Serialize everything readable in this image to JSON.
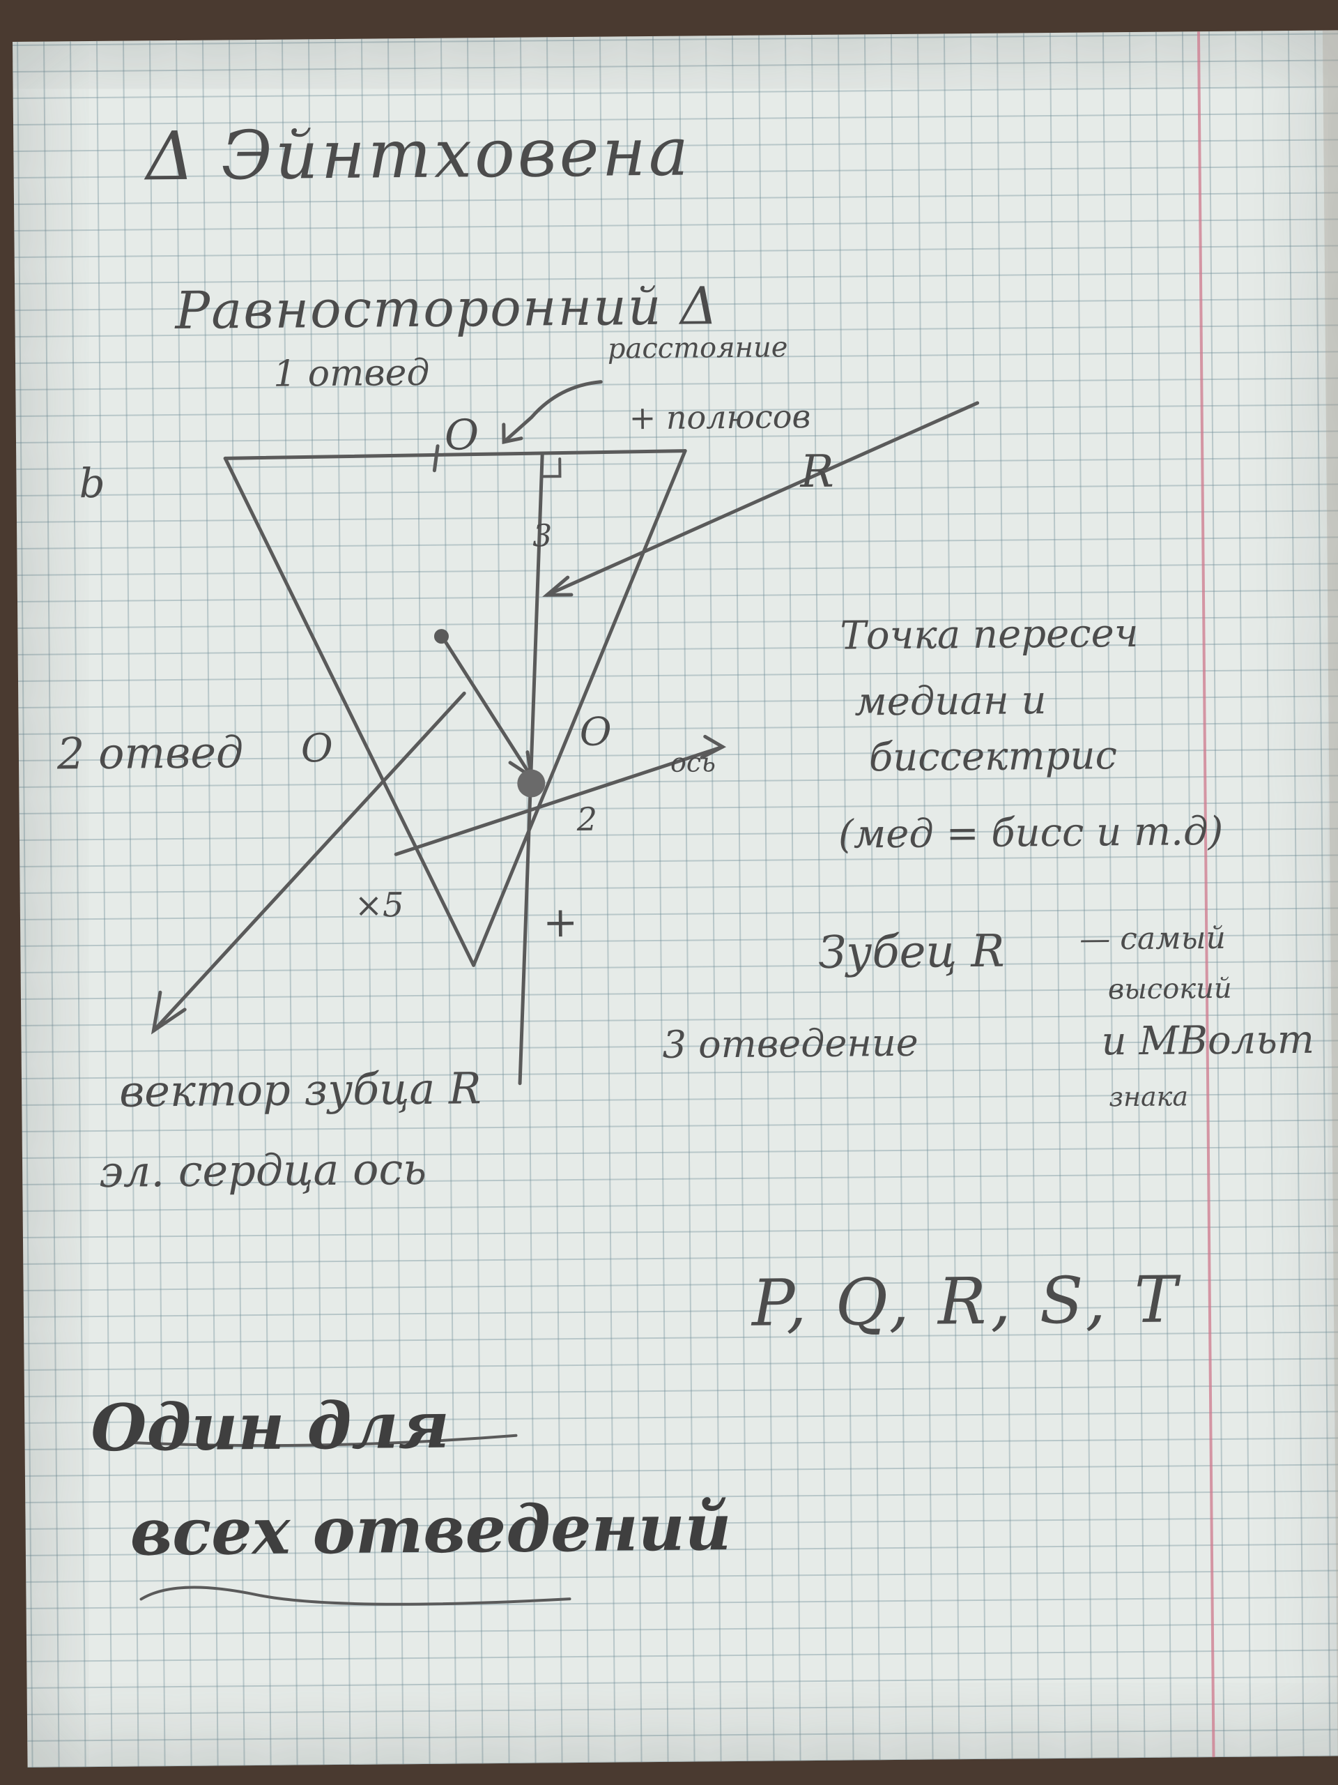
{
  "title": "Δ Эйнтховена",
  "labels": {
    "equilateral": "Равносторонний Δ",
    "lead1": "1 отвед",
    "distance": "расстояние",
    "plus_poles": "+ полюсов",
    "o_top": "O",
    "b_left": "b",
    "r_top": "R",
    "three": "3",
    "lead2": "2 отвед",
    "o_left": "O",
    "o_right": "O",
    "axis": "ось",
    "two": "2",
    "x5": "×5",
    "plus": "+",
    "lead3": "3 отведение",
    "vector": "вектор зубца R",
    "heart_axis": "эл. сердца ось"
  },
  "notes": {
    "intersection_1": "Точка пересеч",
    "intersection_2": "медиан и",
    "intersection_3": "биссектрис",
    "equality": "(мед = бисс и т.д)",
    "tooth_r": "Зубец R",
    "dash_label": "— самый",
    "high": "высокий",
    "mvolt": "и МВольт",
    "sign": "знака"
  },
  "waves": "P, Q, R, S, T",
  "conclusion": {
    "line1": "Один для",
    "line2": "всех отведений"
  }
}
